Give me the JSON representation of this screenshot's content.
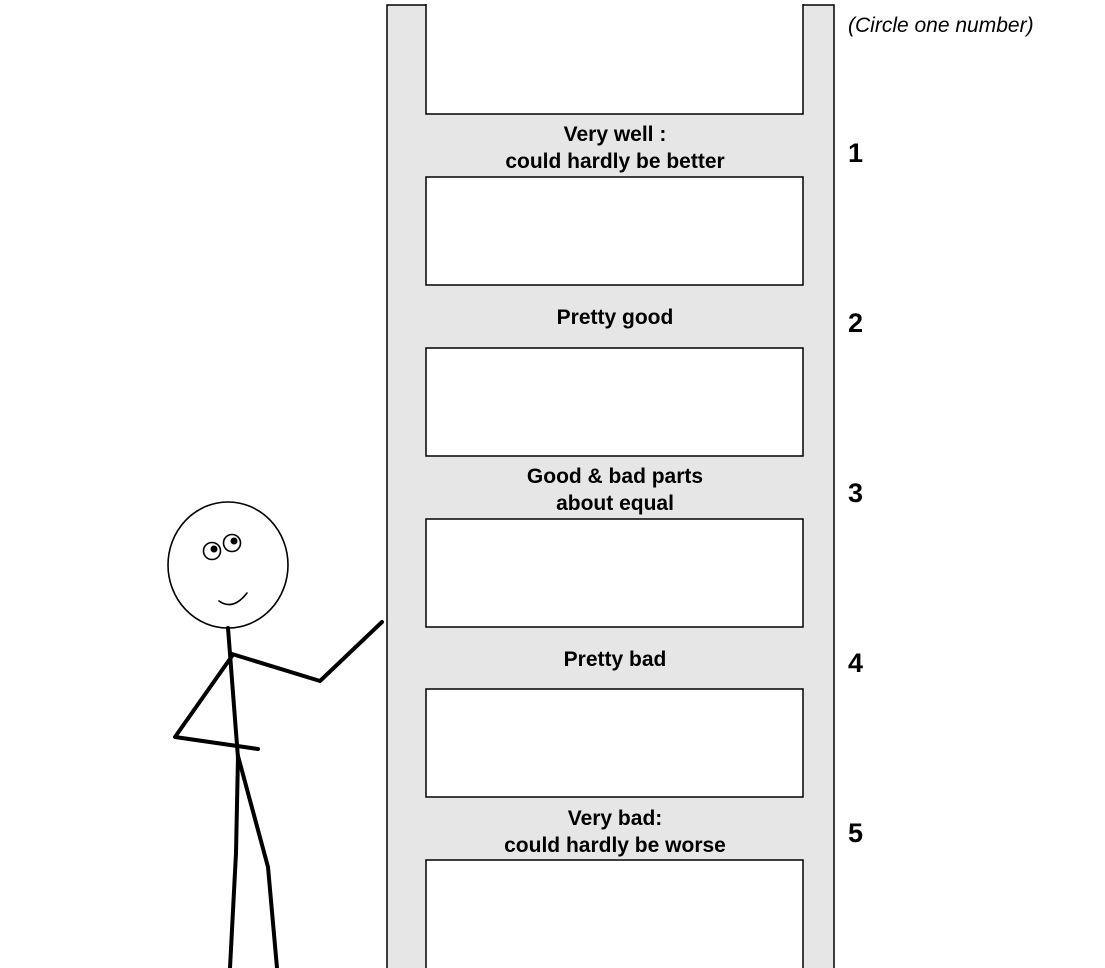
{
  "instruction": "(Circle one number)",
  "colors": {
    "ladder_fill": "#e6e6e6",
    "stroke": "#000000",
    "background": "#ffffff"
  },
  "rungs": [
    {
      "number": "1",
      "label_lines": [
        "Very well :",
        "could hardly be better"
      ]
    },
    {
      "number": "2",
      "label_lines": [
        "Pretty good"
      ]
    },
    {
      "number": "3",
      "label_lines": [
        "Good & bad parts",
        "about equal"
      ]
    },
    {
      "number": "4",
      "label_lines": [
        "Pretty bad"
      ]
    },
    {
      "number": "5",
      "label_lines": [
        "Very bad:",
        "could hardly be worse"
      ]
    }
  ],
  "figure": {
    "icon": "stick-figure-icon"
  }
}
